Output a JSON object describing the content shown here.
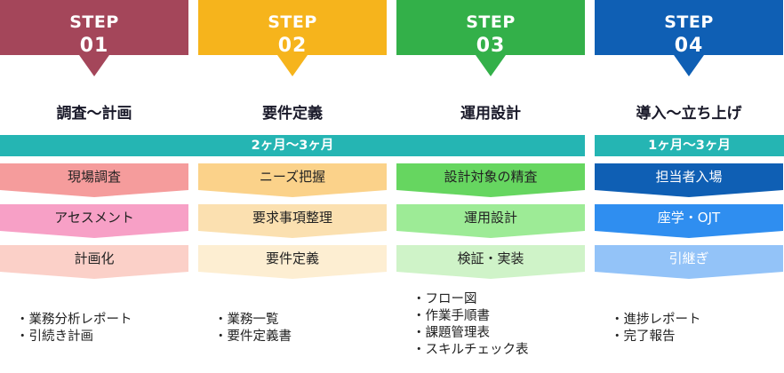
{
  "colors": {
    "step1": "#a4465a",
    "step2": "#f6b41c",
    "step3": "#33b049",
    "step4": "#0f5fb4",
    "period_bar": "#25b5b3"
  },
  "periods": [
    {
      "label": "2ヶ月～3ヶ月"
    },
    {
      "label": "1ヶ月～3ヶ月"
    }
  ],
  "steps": [
    {
      "step": "STEP",
      "num": "01",
      "title": "調査～計画",
      "tasks": [
        {
          "label": "現場調査",
          "color": "#f59c9c"
        },
        {
          "label": "アセスメント",
          "color": "#f7a0c6"
        },
        {
          "label": "計画化",
          "color": "#fbd0c8"
        }
      ],
      "deliverables": [
        "・業務分析レポート",
        "・引続き計画"
      ]
    },
    {
      "step": "STEP",
      "num": "02",
      "title": "要件定義",
      "tasks": [
        {
          "label": "ニーズ把握",
          "color": "#fbd28a"
        },
        {
          "label": "要求事項整理",
          "color": "#fbe0b0"
        },
        {
          "label": "要件定義",
          "color": "#fdeed2"
        }
      ],
      "deliverables": [
        "・業務一覧",
        "・要件定義書"
      ]
    },
    {
      "step": "STEP",
      "num": "03",
      "title": "運用設計",
      "tasks": [
        {
          "label": "設計対象の精査",
          "color": "#66d660"
        },
        {
          "label": "運用設計",
          "color": "#9deb96"
        },
        {
          "label": "検証・実装",
          "color": "#cff3c8"
        }
      ],
      "deliverables": [
        "・フロー図",
        "・作業手順書",
        "・課題管理表",
        "・スキルチェック表"
      ]
    },
    {
      "step": "STEP",
      "num": "04",
      "title": "導入～立ち上げ",
      "tasks": [
        {
          "label": "担当者入場",
          "color": "#0f5fb4"
        },
        {
          "label": "座学・OJT",
          "color": "#2f8ef0"
        },
        {
          "label": "引継ぎ",
          "color": "#93c3f8"
        }
      ],
      "deliverables": [
        "・進捗レポート",
        "・完了報告"
      ]
    }
  ]
}
